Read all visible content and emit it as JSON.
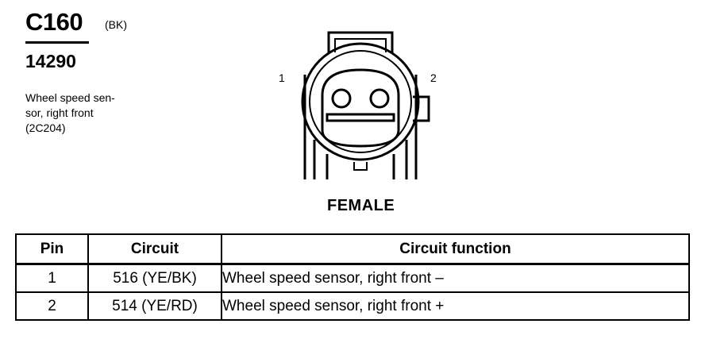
{
  "connector": {
    "id": "C160",
    "color_code": "(BK)",
    "part_number": "14290",
    "description_lines": [
      "Wheel speed sen-",
      "sor, right front",
      "(2C204)"
    ],
    "gender": "FEMALE"
  },
  "diagram": {
    "pin_labels": [
      "1",
      "2"
    ]
  },
  "table": {
    "headers": [
      "Pin",
      "Circuit",
      "Circuit function"
    ],
    "rows": [
      {
        "pin": "1",
        "circuit": "516 (YE/BK)",
        "function": "Wheel speed sensor, right front  –"
      },
      {
        "pin": "2",
        "circuit": "514 (YE/RD)",
        "function": "Wheel speed sensor, right front  +"
      }
    ]
  }
}
